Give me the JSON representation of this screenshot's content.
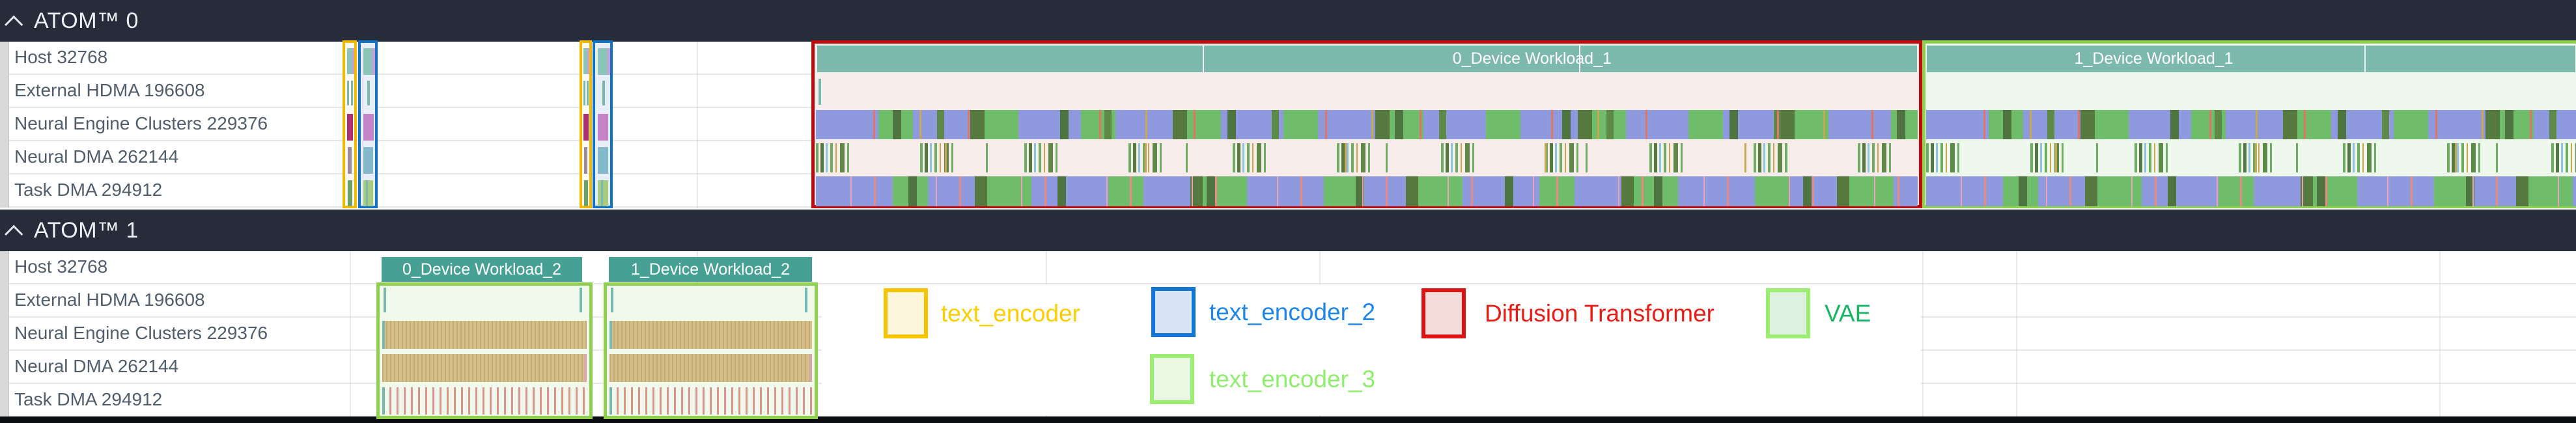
{
  "sections": [
    {
      "title": "ATOM™ 0",
      "rows": [
        "Host 32768",
        "External HDMA 196608",
        "Neural Engine Clusters 229376",
        "Neural DMA 262144",
        "Task DMA 294912"
      ]
    },
    {
      "title": "ATOM™ 1",
      "rows": [
        "Host 32768",
        "External HDMA 196608",
        "Neural Engine Clusters 229376",
        "Neural DMA 262144",
        "Task DMA 294912"
      ]
    }
  ],
  "workloads": {
    "d0_w1": "0_Device Workload_1",
    "d1_w1": "1_Device Workload_1",
    "d0_w2": "0_Device Workload_2",
    "d1_w2": "1_Device Workload_2"
  },
  "legend": {
    "items": [
      {
        "label": "text_encoder",
        "border": "#f6c500",
        "fill": "#fdf5dc",
        "text": "#fdce00"
      },
      {
        "label": "text_encoder_2",
        "border": "#1377d2",
        "fill": "#d8e4f4",
        "text": "#1f86e8"
      },
      {
        "label": "Diffusion Transformer",
        "border": "#dd1414",
        "fill": "#f4dcdb",
        "text": "#e81c15"
      },
      {
        "label": "VAE",
        "border": "#9bee72",
        "fill": "#def1de",
        "text": "#17b564"
      },
      {
        "label": "text_encoder_3",
        "border": "#9bee72",
        "fill": "#e9f8e2",
        "text": "#8fee6e"
      }
    ]
  },
  "palette": {
    "header_bg": "#262c39",
    "host_bar_teal": "#7cb8ab",
    "workload_header_teal": "#46a094",
    "red_outline": "#bf0b0b",
    "green_outline": "#8fd14f",
    "yellow_outline": "#f2b900",
    "blue_outline": "#1272c4",
    "periwinkle": "#8f9ade",
    "green_activity": "#6fbd6a",
    "olive": "#55793f",
    "salmon": "#e2756a",
    "tan_bar": "#d6bf88",
    "red_stripe": "#db958c"
  }
}
